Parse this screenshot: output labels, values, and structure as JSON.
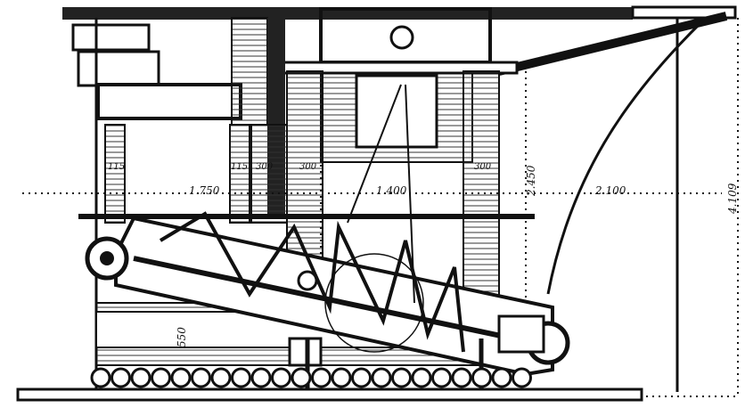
{
  "drawing": {
    "dimensions": {
      "d_1750": "1.750",
      "d_1400": "1.400",
      "d_2450": "2.450",
      "d_2100": "2.100",
      "d_4109": "4.109",
      "d_550": "550",
      "d_115a": "115",
      "d_115b": "115",
      "d_300a": "300",
      "d_300b": "300",
      "d_300c": "300"
    },
    "roller_count": 22
  }
}
